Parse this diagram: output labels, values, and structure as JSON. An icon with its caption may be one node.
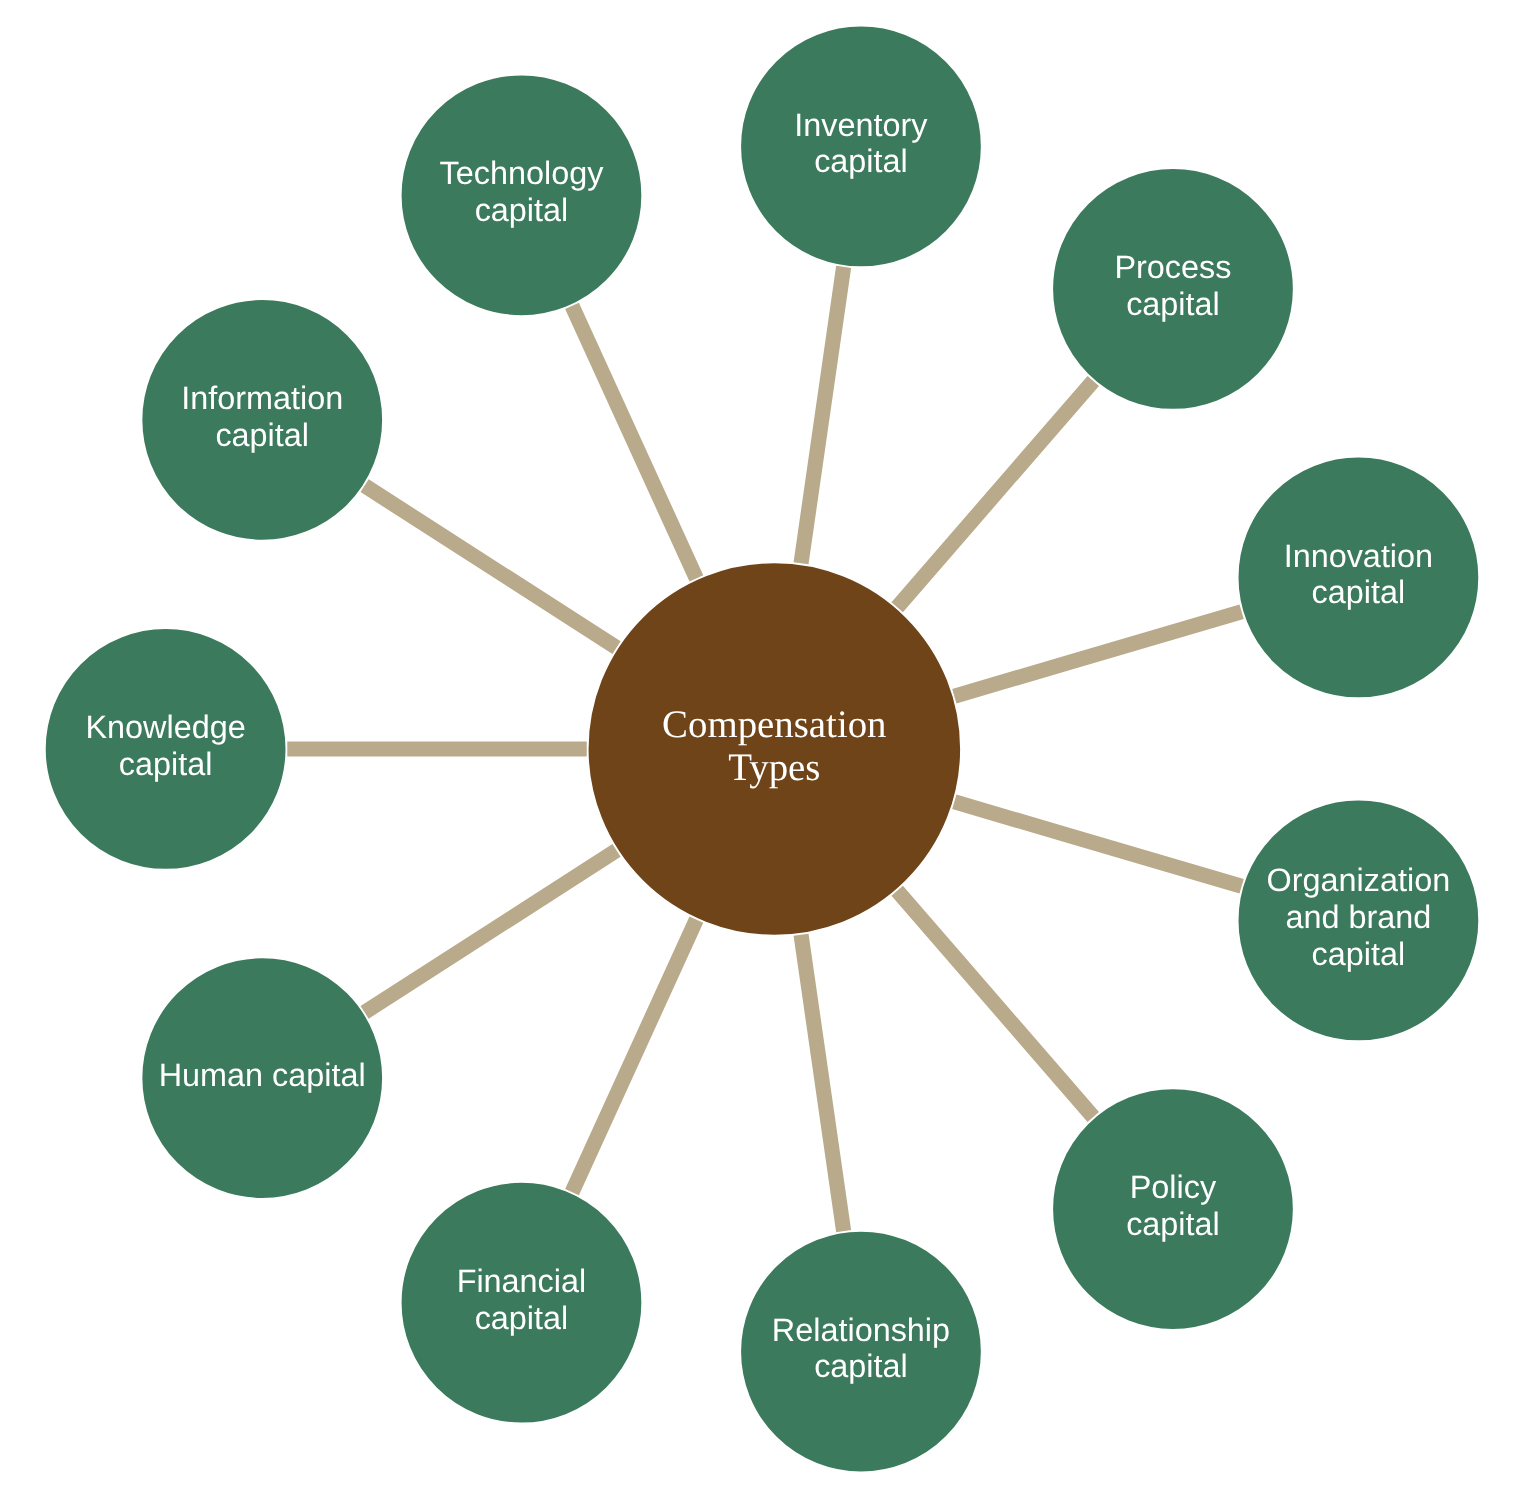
{
  "diagram": {
    "nodes": [
      {
        "text": [
          "Compensation Types"
        ]
      },
      {
        "text": [
          "Innovation capital"
        ]
      },
      {
        "text": [
          "Process capital"
        ]
      },
      {
        "text": [
          "Inventory capital"
        ]
      },
      {
        "text": [
          "Technology capital"
        ]
      },
      {
        "text": [
          "Information capital"
        ]
      },
      {
        "text": [
          "Knowledge capital"
        ]
      },
      {
        "text": [
          "Human capital"
        ]
      },
      {
        "text": [
          "Financial capital"
        ]
      },
      {
        "text": [
          "Relationship capital"
        ]
      },
      {
        "text": [
          "Policy capital"
        ]
      },
      {
        "text": [
          "Organization and brand capital"
        ]
      }
    ],
    "edges": [
      {
        "from": 0,
        "to": 1,
        "arrow": "none"
      },
      {
        "from": 0,
        "to": 2,
        "arrow": "none"
      },
      {
        "from": 0,
        "to": 3,
        "arrow": "none"
      },
      {
        "from": 0,
        "to": 4,
        "arrow": "none"
      },
      {
        "from": 0,
        "to": 5,
        "arrow": "none"
      },
      {
        "from": 0,
        "to": 6,
        "arrow": "none"
      },
      {
        "from": 0,
        "to": 7,
        "arrow": "none"
      },
      {
        "from": 0,
        "to": 8,
        "arrow": "none"
      },
      {
        "from": 0,
        "to": 9,
        "arrow": "none"
      },
      {
        "from": 0,
        "to": 10,
        "arrow": "none"
      },
      {
        "from": 0,
        "to": 11,
        "arrow": "none"
      }
    ]
  }
}
